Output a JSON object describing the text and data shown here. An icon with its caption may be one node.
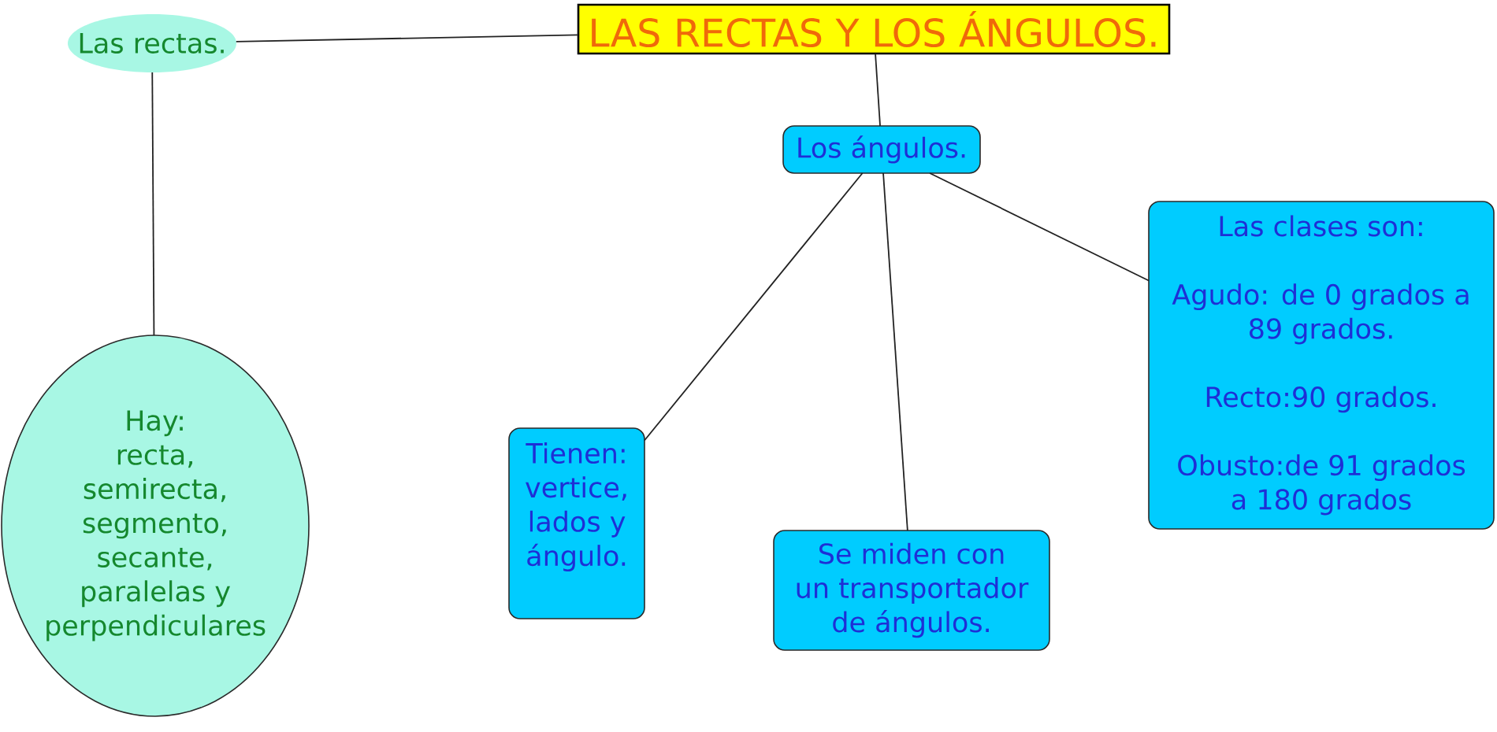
{
  "diagram": {
    "nodes": [
      {
        "text": [
          "LAS RECTAS Y LOS ÁNGULOS."
        ]
      },
      {
        "text": [
          "Las rectas."
        ]
      },
      {
        "text": [
          "Hay:",
          "recta, semirecta, segmento, secante, paralelas y perpendiculares"
        ]
      },
      {
        "text": [
          "Los ángulos."
        ]
      },
      {
        "text": [
          "Tienen: vertice, lados y ángulo."
        ]
      },
      {
        "text": [
          "Se miden con un transportador de ángulos."
        ]
      },
      {
        "text": [
          "Las clases son:",
          "Agudo: de 0 grados a 89 grados.",
          "Recto:90 grados.",
          "Obusto:de 91 grados a 180 grados"
        ]
      }
    ],
    "edges": [
      {
        "from": 0,
        "to": 1,
        "arrow": "none"
      },
      {
        "from": 1,
        "to": 2,
        "arrow": "none"
      },
      {
        "from": 0,
        "to": 3,
        "arrow": "none"
      },
      {
        "from": 3,
        "to": 4,
        "arrow": "none"
      },
      {
        "from": 3,
        "to": 5,
        "arrow": "none"
      },
      {
        "from": 3,
        "to": 6,
        "arrow": "none"
      }
    ]
  }
}
